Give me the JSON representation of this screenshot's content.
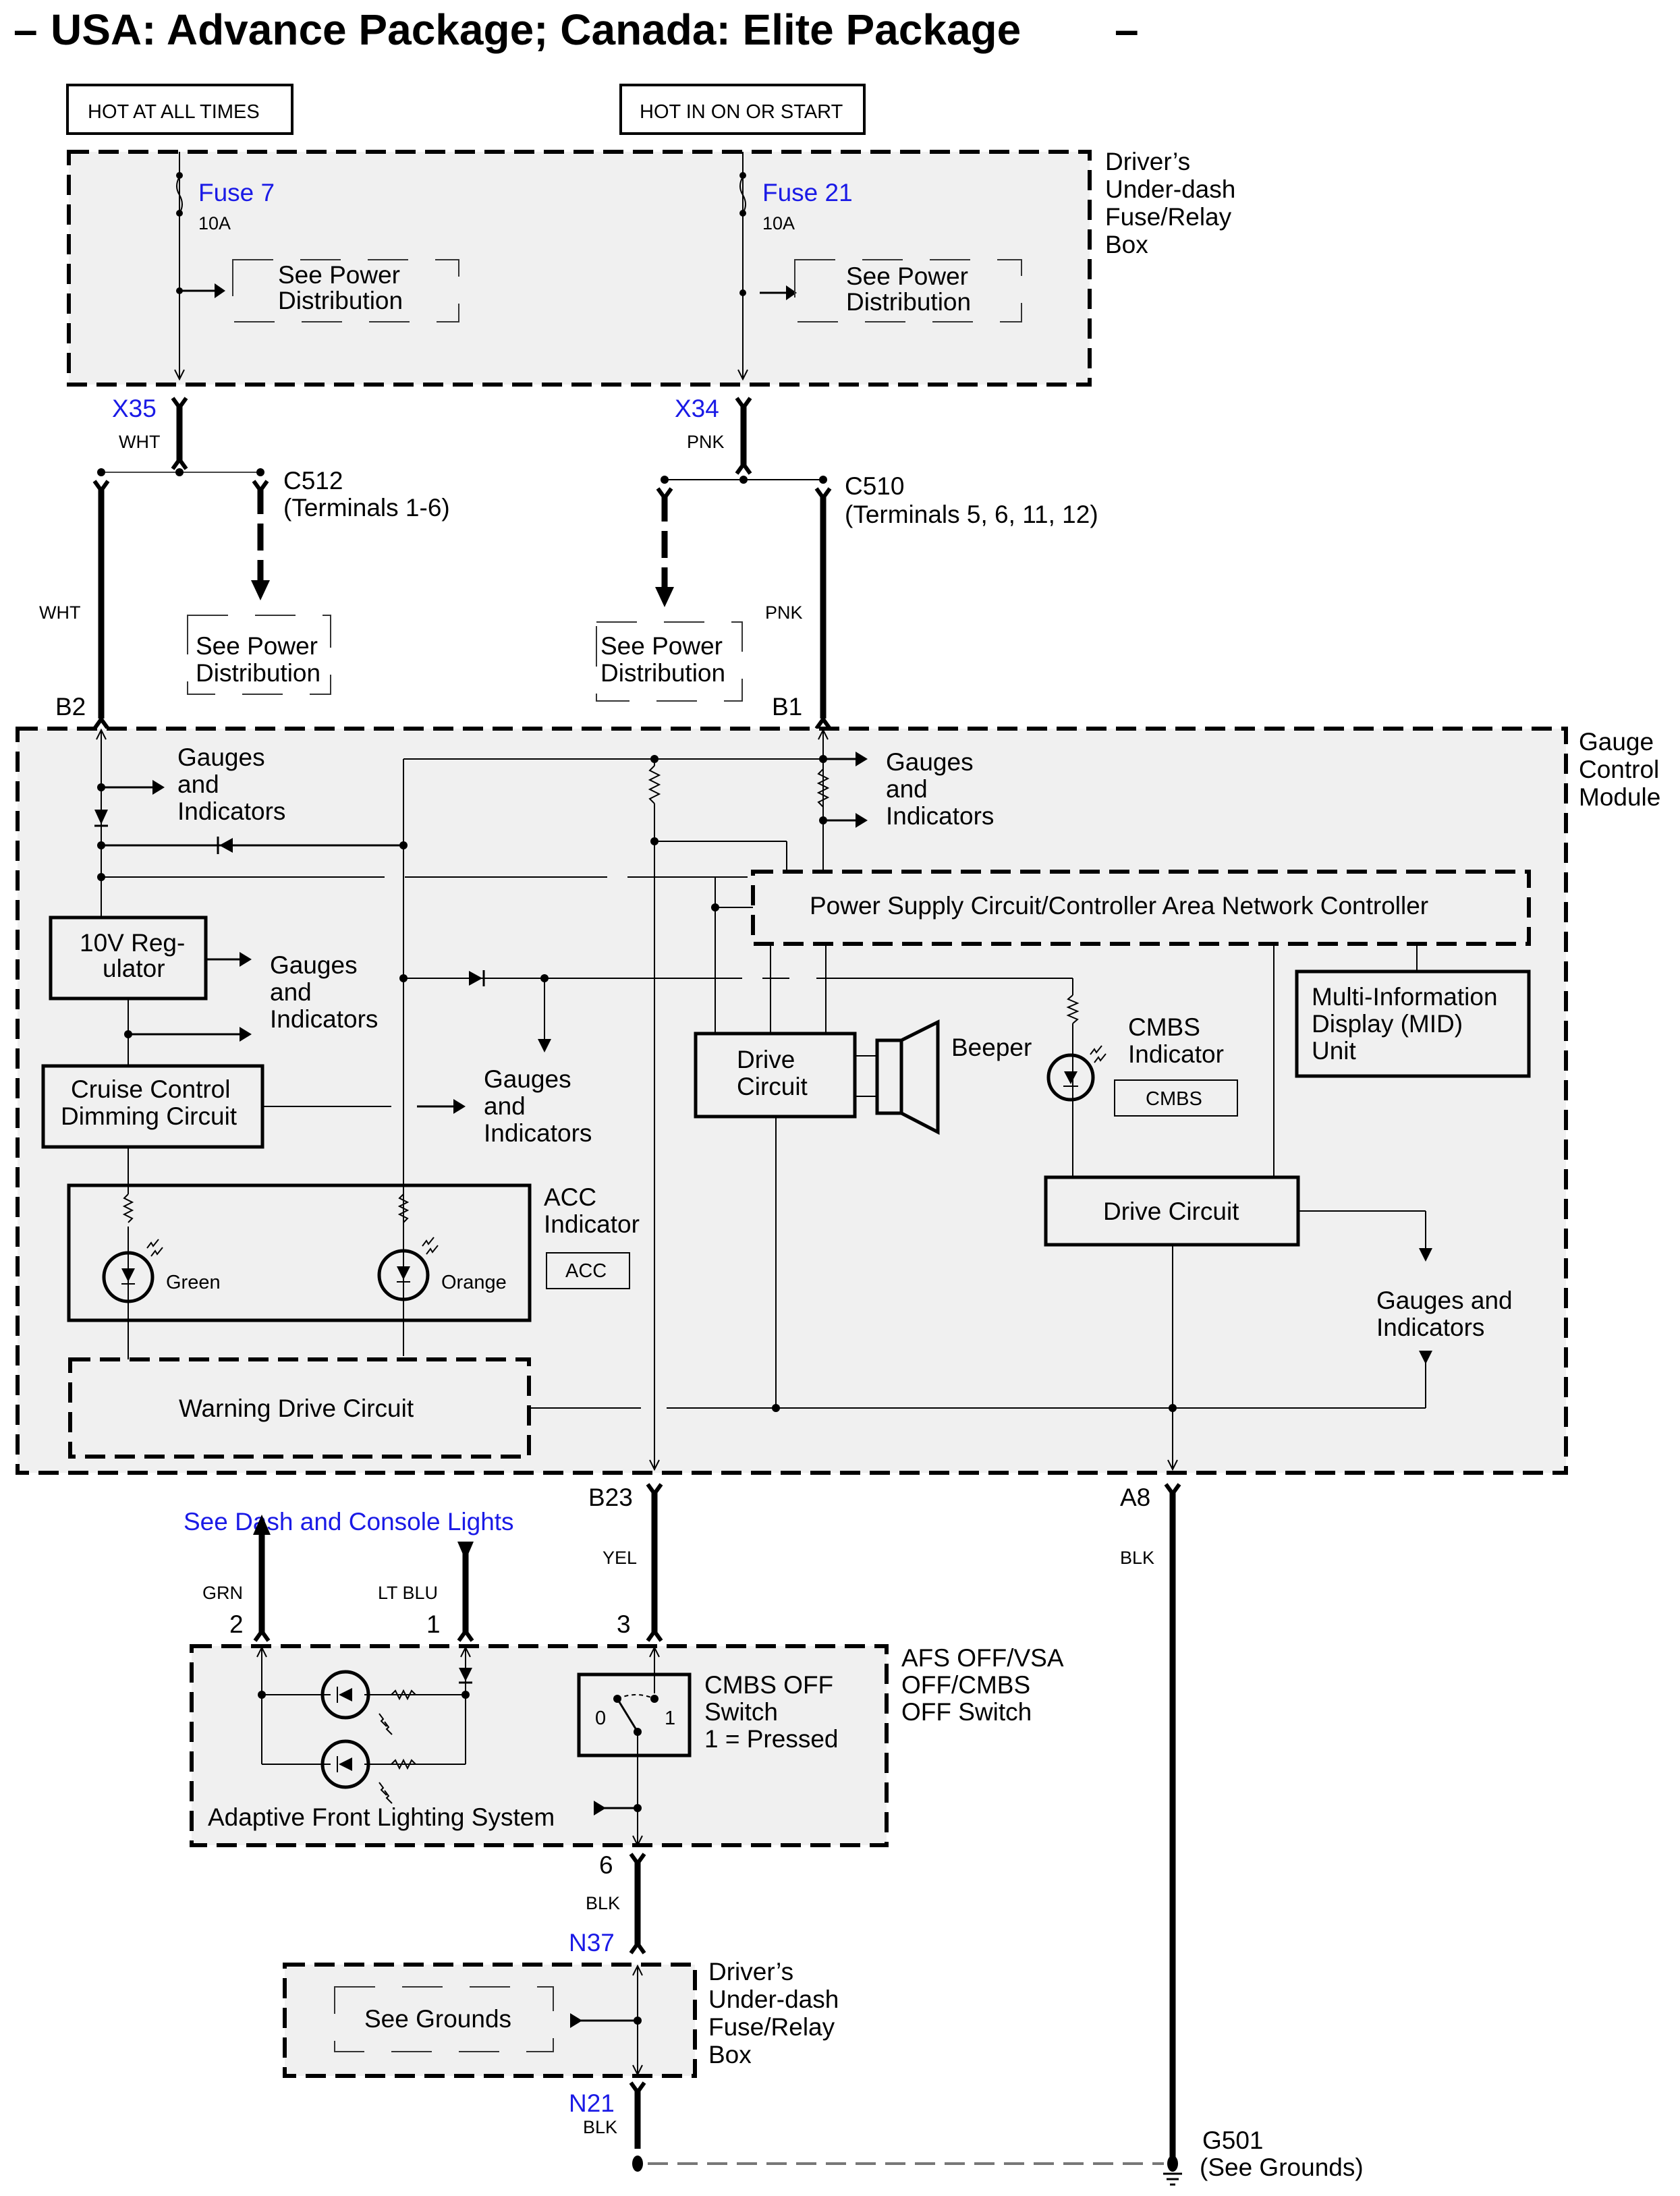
{
  "title": "USA: Advance Package; Canada: Elite Package",
  "title_dash": "–",
  "power_sources": {
    "hot_at_all_times": "HOT AT ALL TIMES",
    "hot_in_on_or_start": "HOT IN ON OR START"
  },
  "fuse_box_top": {
    "label_lines": [
      "Driver’s",
      "Under-dash",
      "Fuse/Relay",
      "Box"
    ],
    "fuses": [
      {
        "name": "Fuse 7",
        "rating": "10A"
      },
      {
        "name": "Fuse 21",
        "rating": "10A"
      }
    ],
    "see_power_distribution": [
      "See Power",
      "Distribution"
    ]
  },
  "connectors": {
    "x35": "X35",
    "x34": "X34",
    "c512": {
      "name": "C512",
      "terminals": "(Terminals 1-6)"
    },
    "c510": {
      "name": "C510",
      "terminals": "(Terminals 5, 6, 11, 12)"
    },
    "b2": "B2",
    "b1": "B1",
    "b23": "B23",
    "a8": "A8",
    "n37": "N37",
    "n21": "N21",
    "g501": {
      "name": "G501",
      "note": "(See Grounds)"
    }
  },
  "wire_colors": {
    "wht": "WHT",
    "pnk": "PNK",
    "yel": "YEL",
    "blk": "BLK",
    "grn": "GRN",
    "lt_blu": "LT BLU"
  },
  "see_power_distribution": [
    "See Power",
    "Distribution"
  ],
  "gauge_control_module": {
    "label_lines": [
      "Gauge",
      "Control",
      "Module"
    ],
    "gauges_and_indicators": [
      "Gauges",
      "and",
      "Indicators"
    ],
    "gauges_and_indicators_2line": [
      "Gauges and",
      "Indicators"
    ],
    "regulator": [
      "10V Reg-",
      "ulator"
    ],
    "cruise_dimming": [
      "Cruise Control",
      "Dimming Circuit"
    ],
    "power_supply_can": "Power Supply Circuit/Controller Area Network Controller",
    "mid_unit": [
      "Multi-Information",
      "Display (MID)",
      "Unit"
    ],
    "drive_circuit_2line": [
      "Drive",
      "Circuit"
    ],
    "drive_circuit": "Drive Circuit",
    "beeper": "Beeper",
    "cmbs_indicator": [
      "CMBS",
      "Indicator"
    ],
    "cmbs_badge": "CMBS",
    "acc_indicator": [
      "ACC",
      "Indicator"
    ],
    "acc_badge": "ACC",
    "led_green": "Green",
    "led_orange": "Orange",
    "warning_drive": "Warning Drive Circuit"
  },
  "switch_section": {
    "see_dash_console": "See Dash and Console Lights",
    "pins": {
      "p2": "2",
      "p1": "1",
      "p3": "3",
      "p6": "6"
    },
    "label_lines": [
      "AFS OFF/VSA",
      "OFF/CMBS",
      "OFF Switch"
    ],
    "cmbs_off_switch": [
      "CMBS OFF",
      "Switch",
      "1 = Pressed"
    ],
    "switch_pos_0": "0",
    "switch_pos_1": "1",
    "afs_system": "Adaptive Front Lighting System"
  },
  "fuse_box_bottom": {
    "label_lines": [
      "Driver’s",
      "Under-dash",
      "Fuse/Relay",
      "Box"
    ],
    "see_grounds": "See Grounds"
  },
  "colors": {
    "link_blue": "#1a1ae6",
    "module_fill": "#f0f0f0"
  }
}
